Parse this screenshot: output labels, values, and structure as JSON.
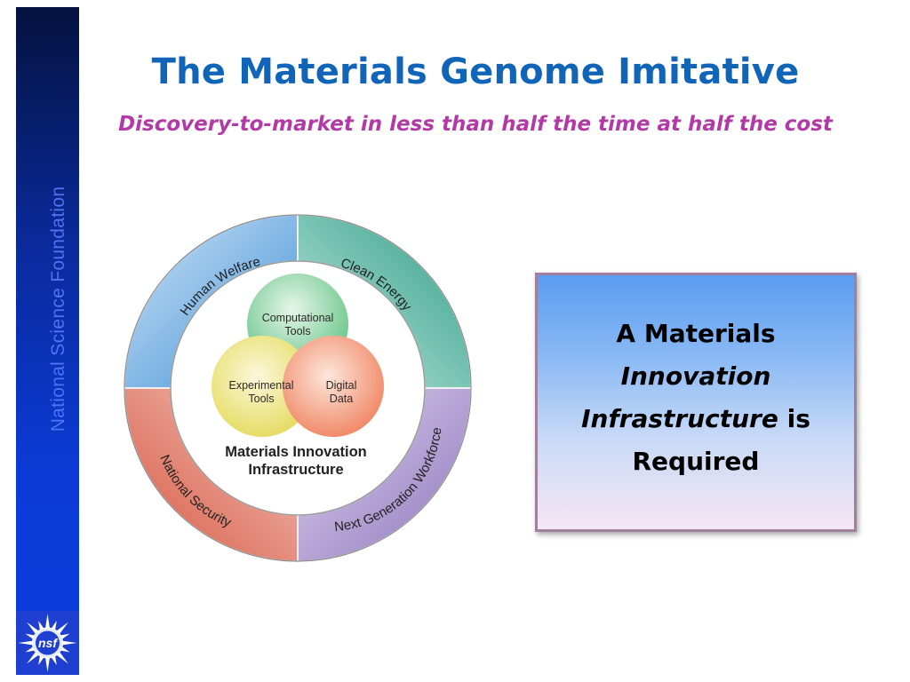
{
  "slide": {
    "title": "The Materials Genome Imitative",
    "subtitle": "Discovery-to-market in less than half the time at half the cost"
  },
  "sidebar": {
    "label": "National Science Foundation",
    "logo_text": "nsf"
  },
  "diagram": {
    "ring_segments": [
      {
        "label": "Human Welfare",
        "color": "#4a98d8"
      },
      {
        "label": "Clean Energy",
        "color": "#3aa894"
      },
      {
        "label": "Next Generation Workforce",
        "color": "#9a82c2"
      },
      {
        "label": "National Security",
        "color": "#d86250"
      }
    ],
    "circles": [
      {
        "line1": "Computational",
        "line2": "Tools",
        "color": "#4dbb73"
      },
      {
        "line1": "Experimental",
        "line2": "Tools",
        "color": "#e4d84d"
      },
      {
        "line1": "Digital",
        "line2": "Data",
        "color": "#ef7a52"
      }
    ],
    "center_label": {
      "line1": "Materials Innovation",
      "line2": "Infrastructure"
    }
  },
  "callout": {
    "line1": "A Materials",
    "line2": "Innovation",
    "line3_a": "Infrastructure",
    "line3_b": " is",
    "line4": "Required"
  }
}
